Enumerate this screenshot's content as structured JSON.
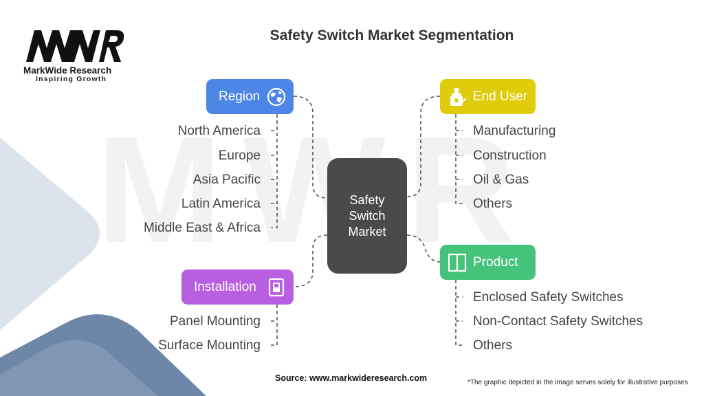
{
  "brand": {
    "logo_text": "MWR",
    "name": "MarkWide Research",
    "tagline": "Inspiring Growth"
  },
  "title": "Safety Switch Market Segmentation",
  "center": {
    "line1": "Safety",
    "line2": "Switch",
    "line3": "Market"
  },
  "segments": {
    "region": {
      "label": "Region",
      "icon": "globe-icon",
      "color": "#4e86e6",
      "items": [
        "North America",
        "Europe",
        "Asia Pacific",
        "Latin America",
        "Middle East & Africa"
      ]
    },
    "installation": {
      "label": "Installation",
      "icon": "switch-icon",
      "color": "#b85ee0",
      "items": [
        "Panel Mounting",
        "Surface Mounting"
      ]
    },
    "end_user": {
      "label": "End User",
      "icon": "plunger-icon",
      "color": "#dfcc0c",
      "items": [
        "Manufacturing",
        "Construction",
        "Oil & Gas",
        "Others"
      ]
    },
    "product": {
      "label": "Product",
      "icon": "panel-icon",
      "color": "#45c37a",
      "items": [
        "Enclosed Safety Switches",
        "Non-Contact Safety Switches",
        "Others"
      ]
    }
  },
  "footer": {
    "source": "Source: www.markwideresearch.com",
    "disclaimer": "*The graphic depicted in the image serves solely for illustrative purposes"
  }
}
